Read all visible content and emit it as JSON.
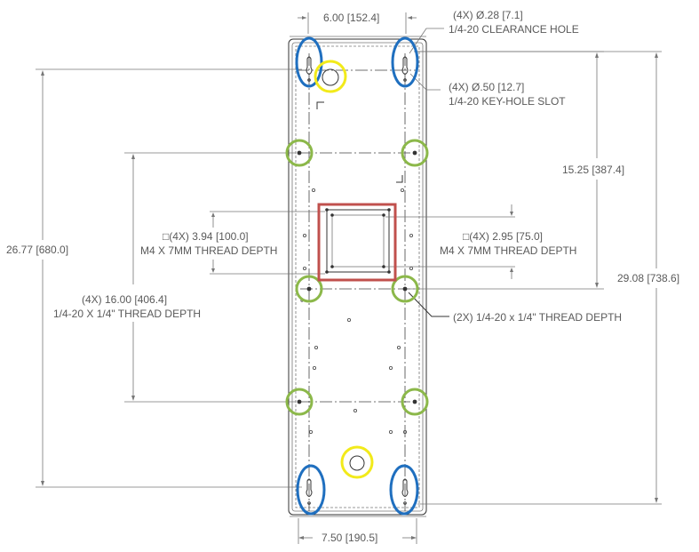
{
  "dimensions": {
    "top_width": "6.00 [152.4]",
    "bottom_width": "7.50 [190.5]",
    "left_height": "26.77 [680.0]",
    "right_height_inner": "15.25 [387.4]",
    "right_height_outer": "29.08 [738.6]"
  },
  "callouts": {
    "clearance_qty": "(4X) Ø.28 [7.1]",
    "clearance_desc": "1/4-20 CLEARANCE HOLE",
    "keyhole_qty": "(4X) Ø.50 [12.7]",
    "keyhole_desc": "1/4-20 KEY-HOLE SLOT",
    "vesa100_qty": "□(4X) 3.94 [100.0]",
    "vesa100_desc": "M4 X 7MM THREAD DEPTH",
    "vesa75_qty": "□(4X) 2.95 [75.0]",
    "vesa75_desc": "M4 X 7MM THREAD DEPTH",
    "pattern_qty": "(4X) 16.00 [406.4]",
    "pattern_desc": "1/4-20 X 1/4\" THREAD DEPTH",
    "center_pair": "(2X) 1/4-20 x 1/4\" THREAD DEPTH"
  },
  "colors": {
    "keyhole_highlight": "#1f6fbf",
    "clearance_highlight": "#f2ea1a",
    "thread_highlight": "#8cb84a",
    "vesa_highlight": "#c0504d"
  }
}
